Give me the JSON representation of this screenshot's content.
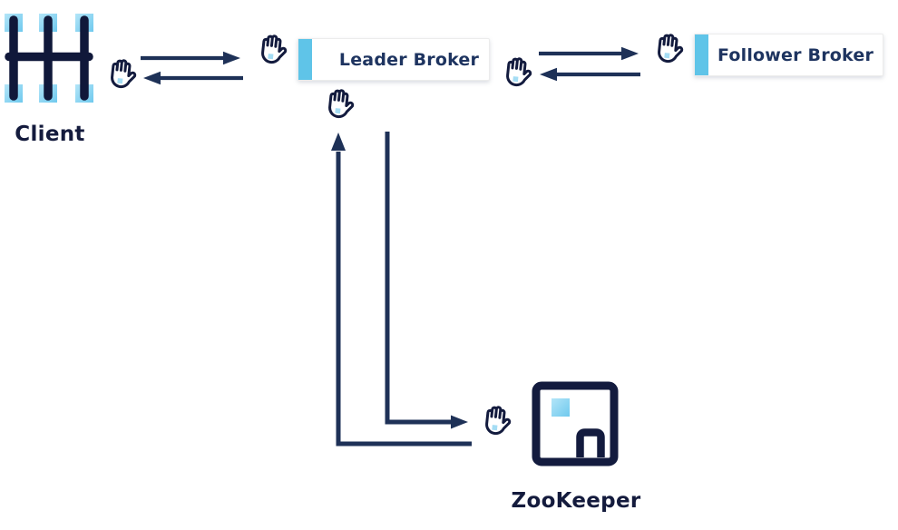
{
  "nodes": {
    "client": {
      "label": "Client"
    },
    "leader_broker": {
      "label": "Leader Broker"
    },
    "follower_broker": {
      "label": "Follower Broker"
    },
    "zookeeper": {
      "label": "ZooKeeper"
    }
  },
  "connections": [
    {
      "from": "client",
      "to": "leader_broker",
      "direction": "bidirectional"
    },
    {
      "from": "leader_broker",
      "to": "follower_broker",
      "direction": "bidirectional"
    },
    {
      "from": "leader_broker",
      "to": "zookeeper",
      "direction": "bidirectional"
    }
  ],
  "icons": {
    "client": "client-terminals-icon",
    "hand": "hand-cursor-icon",
    "zookeeper": "zookeeper-building-icon"
  },
  "colors": {
    "background": "#ffffff",
    "arrow_navy": "#1e3157",
    "icon_stroke_navy": "#131b3e",
    "client_bar_navy": "#10183a",
    "node_label_text": "#141b3d",
    "broker_label_text": "#1e3460",
    "accent_blue_bar": "#5fc4e8",
    "palm_square_blue": "#a5ddf4",
    "gradient_blue_light": "#b3e5f8",
    "gradient_blue_dark": "#6fc9ee"
  }
}
